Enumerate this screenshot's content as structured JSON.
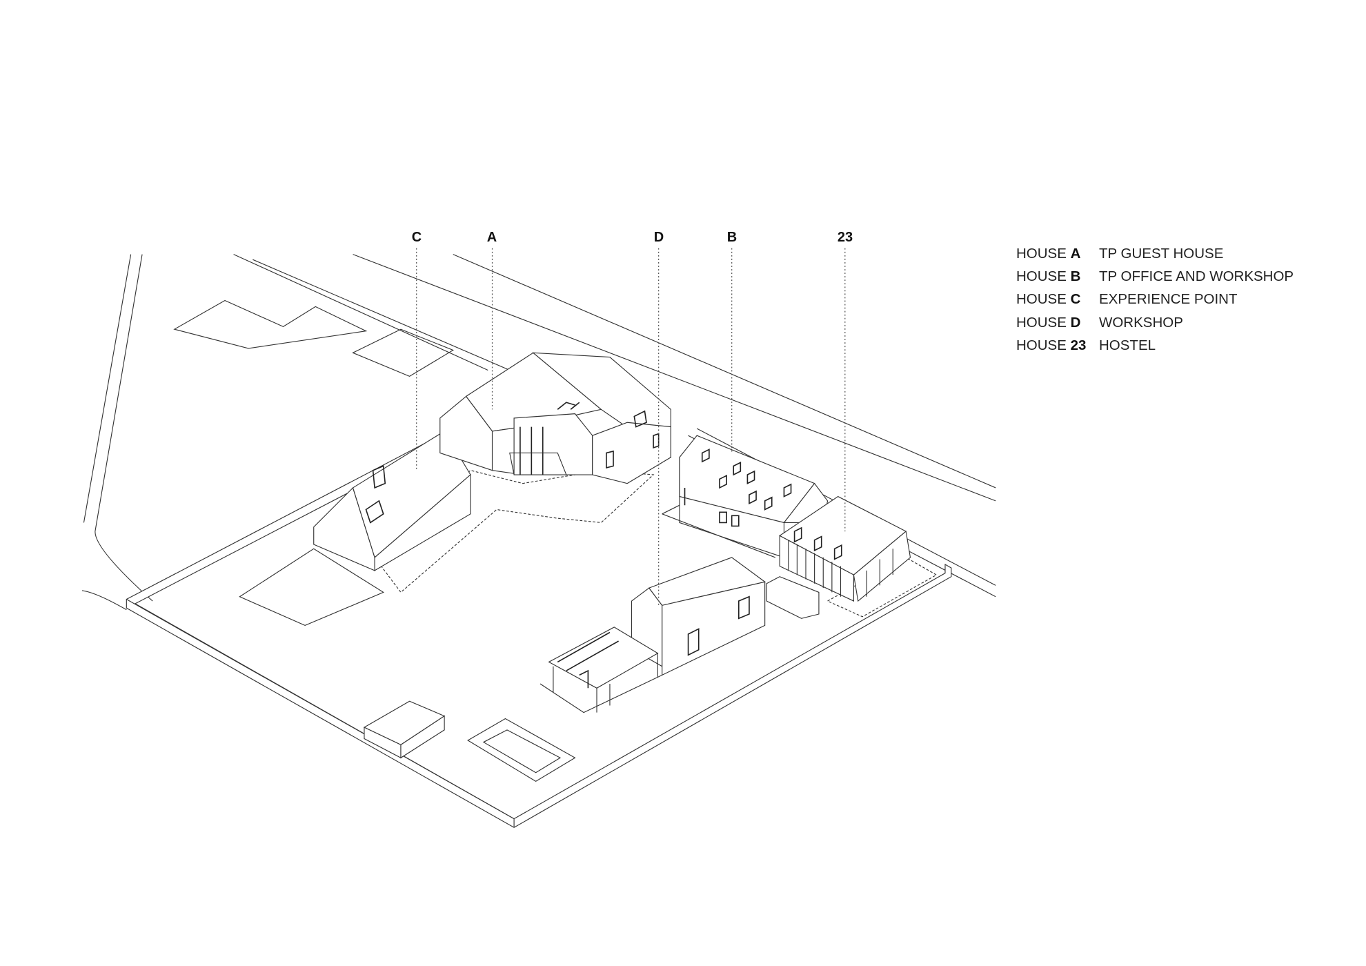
{
  "callouts": [
    "C",
    "A",
    "D",
    "B",
    "23"
  ],
  "legend": [
    {
      "prefix": "HOUSE",
      "id": "A",
      "description": "TP GUEST HOUSE"
    },
    {
      "prefix": "HOUSE",
      "id": "B",
      "description": "TP OFFICE AND WORKSHOP"
    },
    {
      "prefix": "HOUSE",
      "id": "C",
      "description": "EXPERIENCE POINT"
    },
    {
      "prefix": "HOUSE",
      "id": "D",
      "description": "WORKSHOP"
    },
    {
      "prefix": "HOUSE",
      "id": "23",
      "description": "HOSTEL"
    }
  ]
}
